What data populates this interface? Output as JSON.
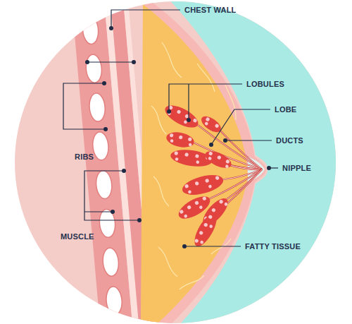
{
  "diagram": {
    "labels": [
      "CHEST WALL",
      "LOBULES",
      "LOBE",
      "DUCTS",
      "NIPPLE",
      "RIBS",
      "MUSCLE",
      "FATTY TISSUE"
    ]
  }
}
